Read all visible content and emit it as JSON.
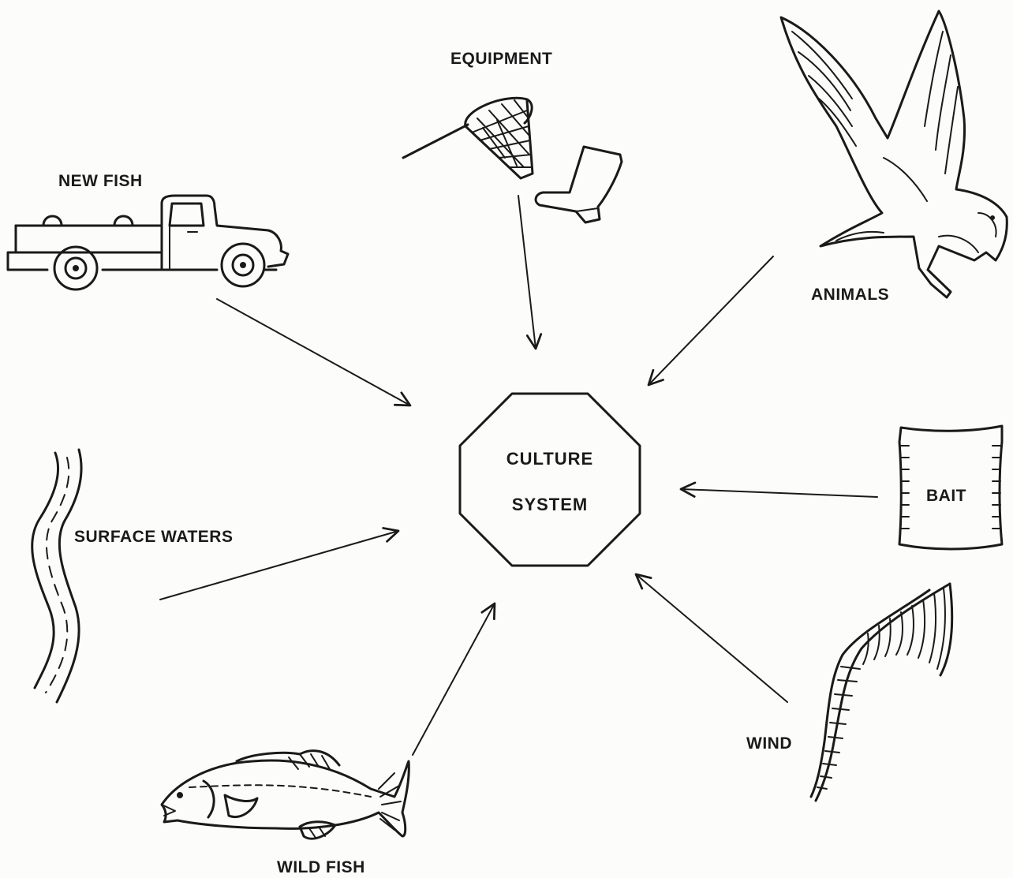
{
  "center": {
    "line1": "CULTURE",
    "line2": "SYSTEM"
  },
  "sources": {
    "equipment": "EQUIPMENT",
    "new_fish": "NEW FISH",
    "animals": "ANIMALS",
    "surface_waters": "SURFACE WATERS",
    "bait": "BAIT",
    "wind": "WIND",
    "wild_fish": "WILD FISH"
  },
  "icons": {
    "equipment": [
      "dip-net-icon",
      "boot-icon"
    ],
    "new_fish": "pickup-truck-icon",
    "animals": "bird-icon",
    "surface_waters": "stream-icon",
    "bait": "bait-bag-icon",
    "wind": "wind-funnel-icon",
    "wild_fish": "fish-icon"
  },
  "colors": {
    "ink": "#1a1a1a",
    "paper": "#fcfcfb"
  }
}
